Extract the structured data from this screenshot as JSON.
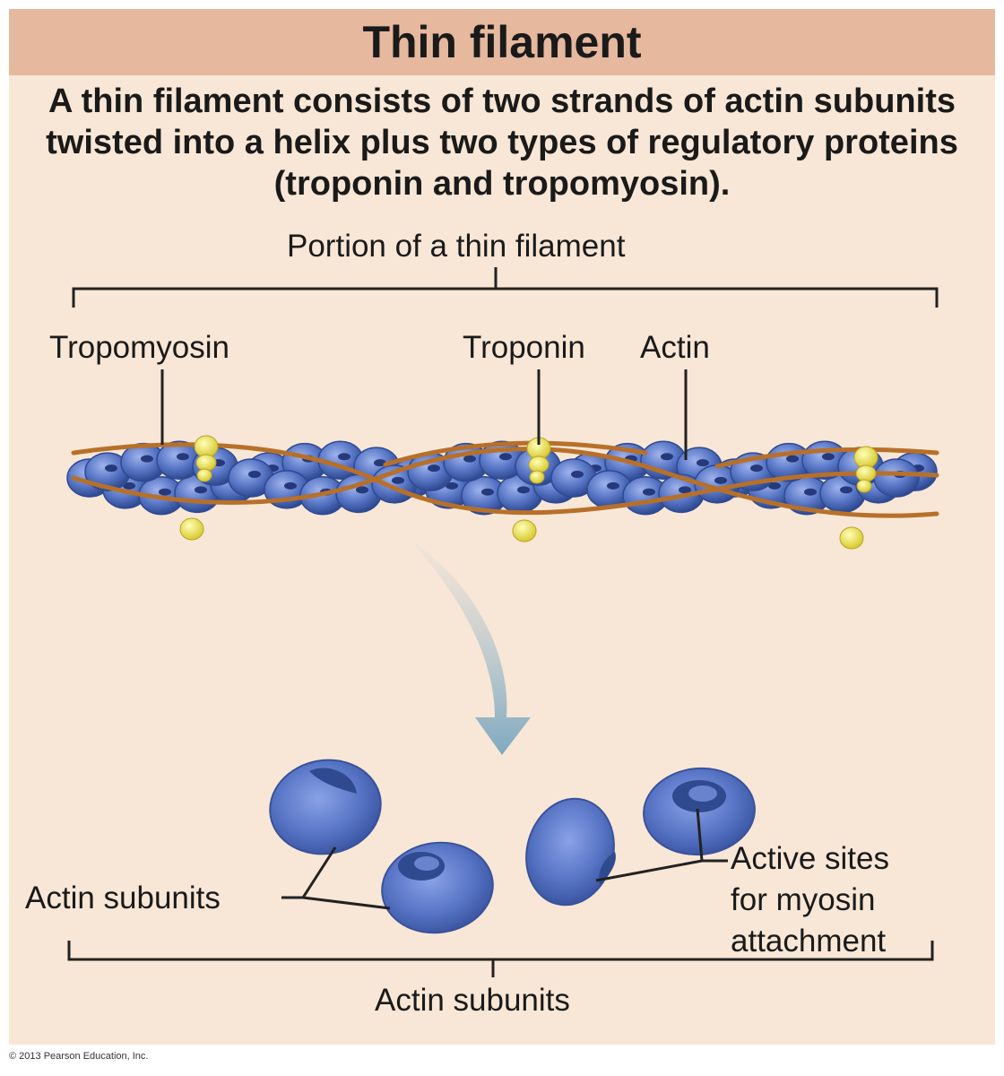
{
  "title": "Thin filament",
  "caption": "A thin filament consists of two strands of actin subunits twisted into a helix plus two types of regulatory proteins (troponin and tropomyosin).",
  "labels": {
    "portion": "Portion of a thin filament",
    "tropomyosin": "Tropomyosin",
    "troponin": "Troponin",
    "actin": "Actin",
    "actin_subunits_left": "Actin subunits",
    "active_sites": [
      "Active sites",
      "for myosin",
      "attachment"
    ],
    "actin_subunits_bottom": "Actin subunits"
  },
  "copyright": "© 2013 Pearson Education, Inc.",
  "colors": {
    "title_bar": "#e6b89e",
    "background": "#f8e7d6",
    "actin": "#5b79c8",
    "actin_dark": "#2f4a93",
    "tropomyosin": "#b7702a",
    "troponin": "#efe455",
    "arrow": "#8fb4c9"
  }
}
